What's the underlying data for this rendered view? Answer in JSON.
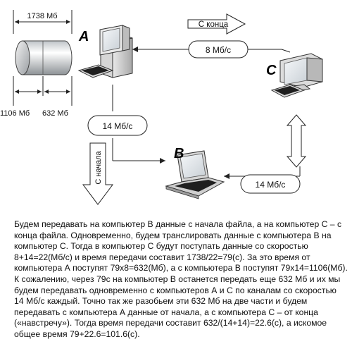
{
  "diagram": {
    "file_size_label": "1738 Мб",
    "part_one_label": "1106 Мб",
    "part_two_label": "632 Мб",
    "computer_a_label": "A",
    "computer_b_label": "B",
    "computer_c_label": "C",
    "link_a_c_speed": "8 Мб/с",
    "link_a_b_speed": "14 Мб/с",
    "link_b_c_speed": "14 Мб/с",
    "from_end_label": "С конца",
    "from_start_label": "С начала"
  },
  "explanation": "Будем передавать на компьютер В данные с начала файла, а на компьютер С – с конца файла. Одновременно, будем транслировать данные с компьютера В на компьютер С. Тогда в компьютер С будут поступать данные со скоростью 8+14=22(Мб/с) и время передачи составит 1738/22=79(с). За это время от компьютера А поступят 79х8=632(Мб), а с компьютера В поступят 79х14=1106(Мб). К сожалению, через 79с на компьютер В останется передать еще 632 Мб и их мы будем передавать одновременно с компьютеров А и С по каналам со скоростью 14 Мб/с каждый. Точно так же разобьем эти 632 Мб на две части и будем передавать с компьютера А данные от начала, а с компьютера С – от конца («навстречу»). Тогда время передачи составит 632/(14+14)=22.6(с), а искомое общее время 79+22.6=101.6(с)."
}
